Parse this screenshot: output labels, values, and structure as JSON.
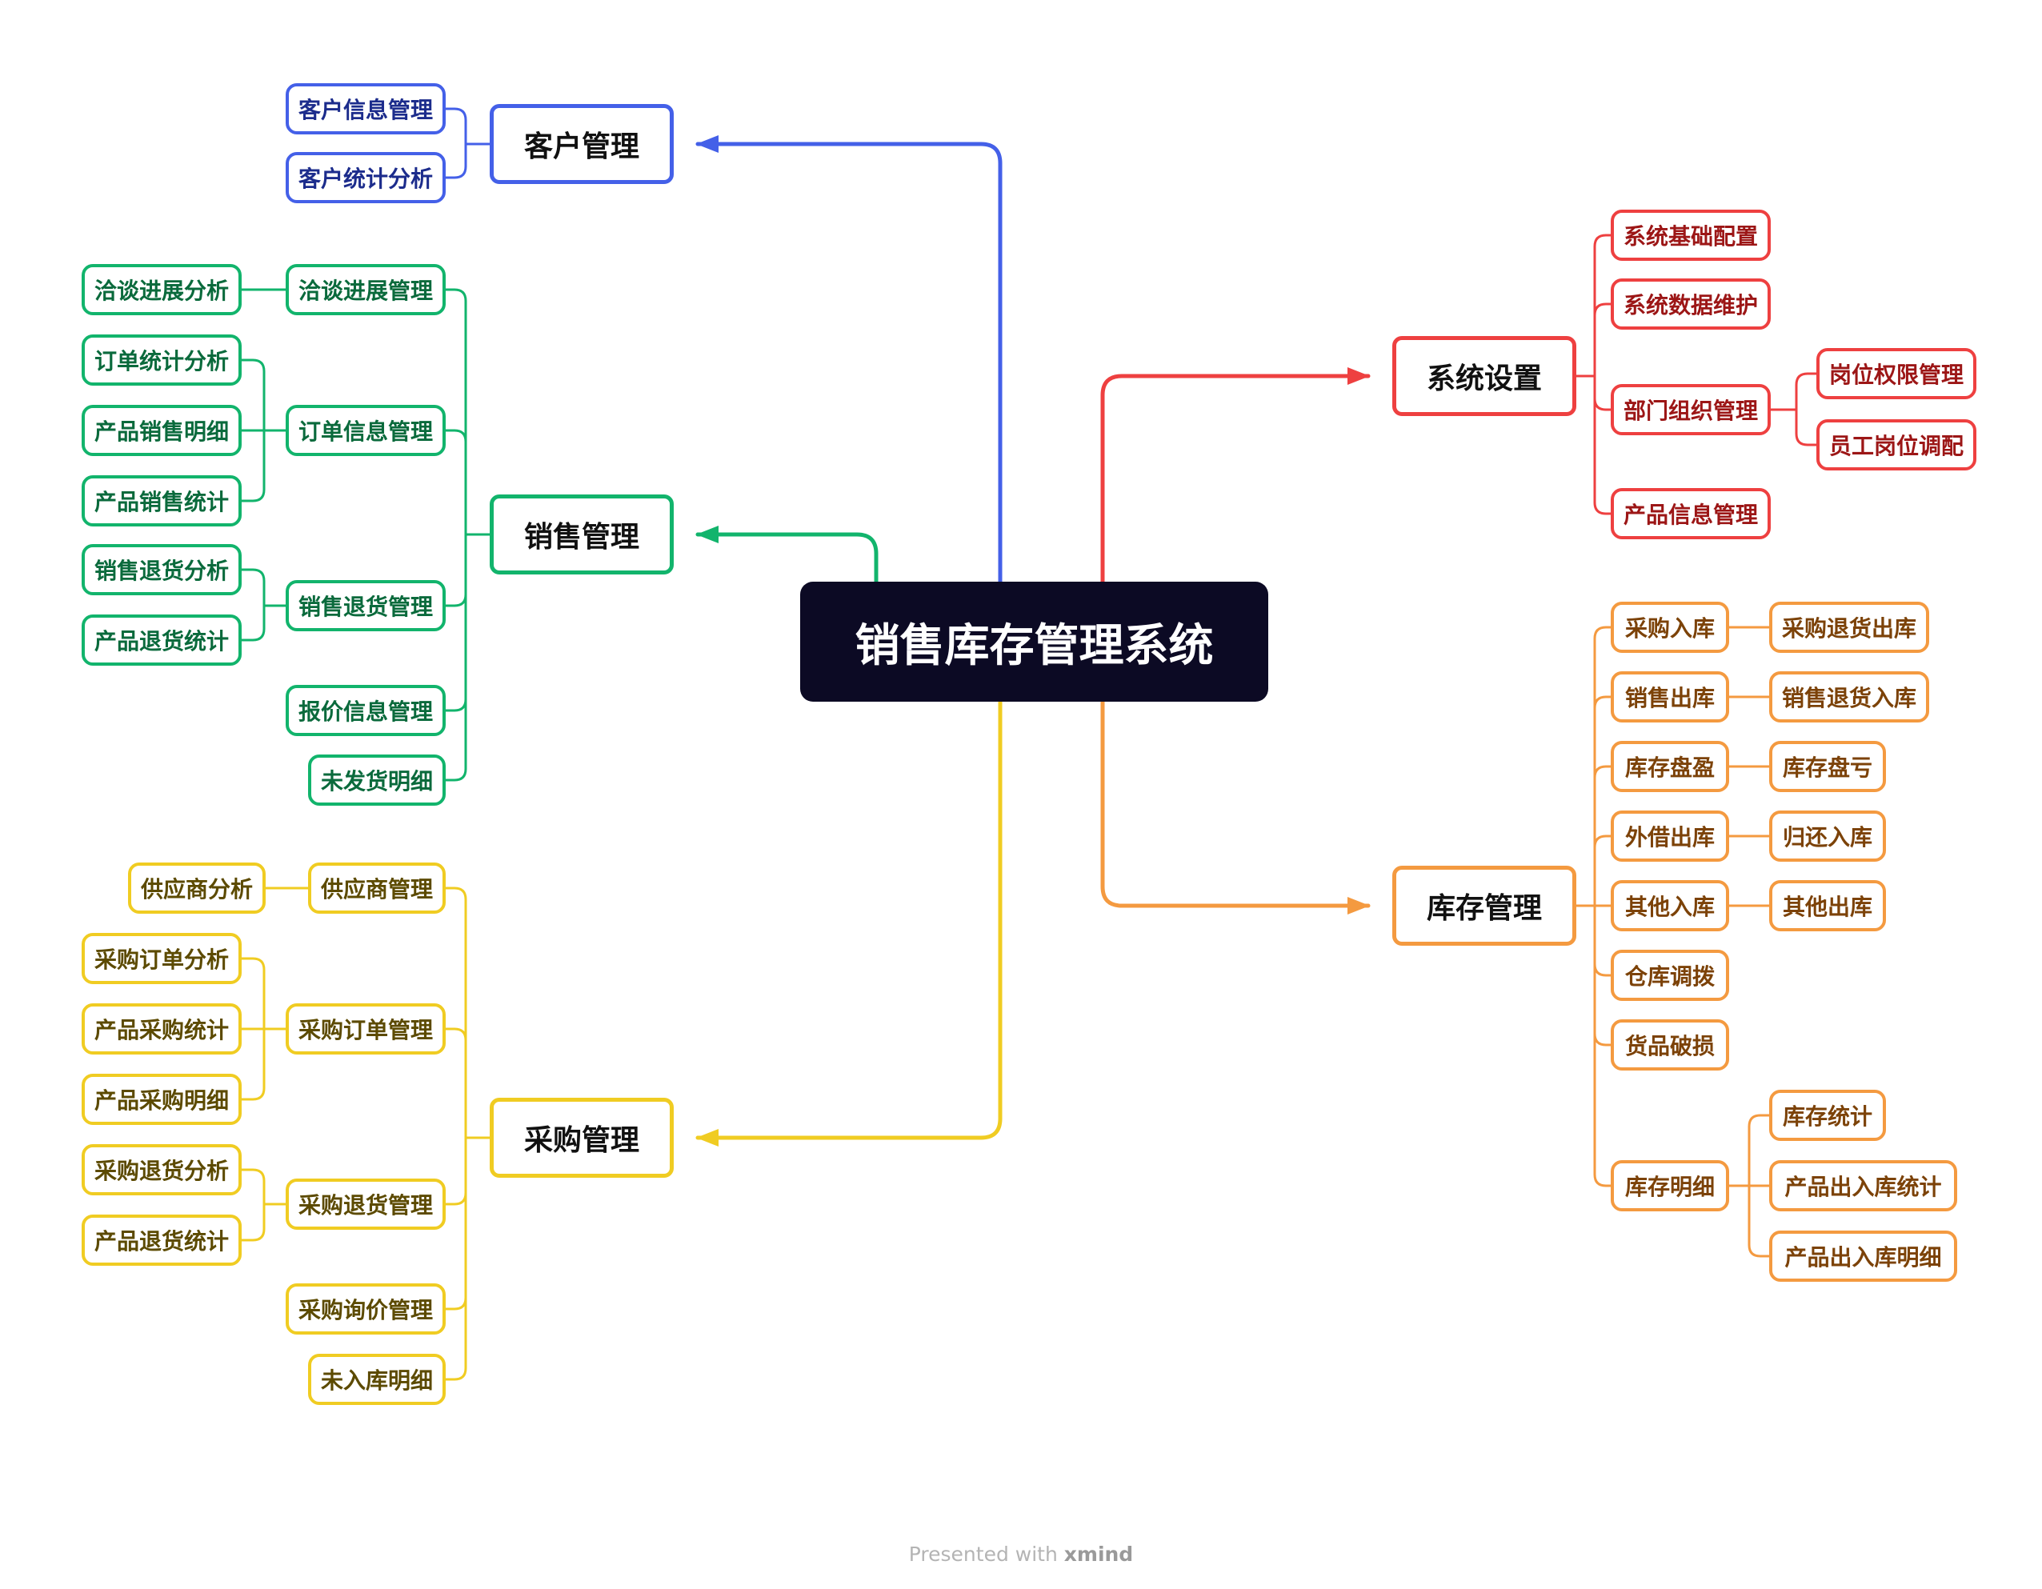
{
  "root": "销售库存管理系统",
  "branches": {
    "customer": {
      "title": "客户管理",
      "color": "#4460e8",
      "text": "#1c2c8c",
      "items": [
        "客户信息管理",
        "客户统计分析"
      ]
    },
    "sales": {
      "title": "销售管理",
      "color": "#12b46c",
      "text": "#0a6a3c",
      "items": [
        {
          "label": "洽谈进展管理",
          "children": [
            "洽谈进展分析"
          ]
        },
        {
          "label": "订单信息管理",
          "children": [
            "订单统计分析",
            "产品销售明细",
            "产品销售统计"
          ]
        },
        {
          "label": "销售退货管理",
          "children": [
            "销售退货分析",
            "产品退货统计"
          ]
        },
        {
          "label": "报价信息管理",
          "children": []
        },
        {
          "label": "未发货明细",
          "children": []
        }
      ]
    },
    "purchase": {
      "title": "采购管理",
      "color": "#f0cc22",
      "text": "#5c4a00",
      "items": [
        {
          "label": "供应商管理",
          "children": [
            "供应商分析"
          ]
        },
        {
          "label": "采购订单管理",
          "children": [
            "采购订单分析",
            "产品采购统计",
            "产品采购明细"
          ]
        },
        {
          "label": "采购退货管理",
          "children": [
            "采购退货分析",
            "产品退货统计"
          ]
        },
        {
          "label": "采购询价管理",
          "children": []
        },
        {
          "label": "未入库明细",
          "children": []
        }
      ]
    },
    "settings": {
      "title": "系统设置",
      "color": "#ee4040",
      "text": "#9c1616",
      "items": [
        {
          "label": "系统基础配置",
          "children": []
        },
        {
          "label": "系统数据维护",
          "children": []
        },
        {
          "label": "部门组织管理",
          "children": [
            "岗位权限管理",
            "员工岗位调配"
          ]
        },
        {
          "label": "产品信息管理",
          "children": []
        }
      ]
    },
    "inventory": {
      "title": "库存管理",
      "color": "#f49a40",
      "text": "#7c4208",
      "items": [
        {
          "label": "采购入库",
          "children": [
            "采购退货出库"
          ]
        },
        {
          "label": "销售出库",
          "children": [
            "销售退货入库"
          ]
        },
        {
          "label": "库存盘盈",
          "children": [
            "库存盘亏"
          ]
        },
        {
          "label": "外借出库",
          "children": [
            "归还入库"
          ]
        },
        {
          "label": "其他入库",
          "children": [
            "其他出库"
          ]
        },
        {
          "label": "仓库调拨",
          "children": []
        },
        {
          "label": "货品破损",
          "children": []
        },
        {
          "label": "库存明细",
          "children": [
            "库存统计",
            "产品出入库统计",
            "产品出入库明细"
          ]
        }
      ]
    }
  },
  "footer": {
    "prefix": "Presented with ",
    "brand": "xmind"
  }
}
